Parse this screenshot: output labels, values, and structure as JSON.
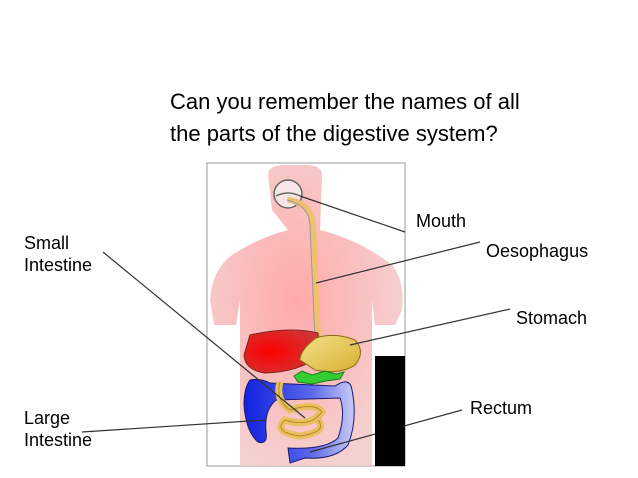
{
  "question": {
    "line1": "Can you remember the names of all",
    "line2": "the parts of the digestive system?"
  },
  "labels": {
    "mouth": "Mouth",
    "oesophagus": "Oesophagus",
    "stomach": "Stomach",
    "rectum": "Rectum",
    "small_intestine": [
      "Small",
      "Intestine"
    ],
    "large_intestine": [
      "Large",
      "Intestine"
    ]
  },
  "colors": {
    "body": "#f2c2c2",
    "liver": "#ff1a1a",
    "stomach": "#e6c24a",
    "pancreas": "#33cc33",
    "large_intestine": "#2233dd",
    "small_intestine": "#e8c060",
    "oesophagus": "#f0c070"
  }
}
